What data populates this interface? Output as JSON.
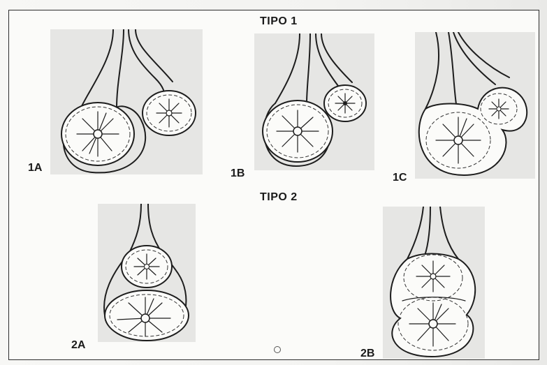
{
  "headings": {
    "tipo1": "TIPO 1",
    "tipo2": "TIPO 2"
  },
  "labels": {
    "p1a": "1A",
    "p1b": "1B",
    "p1c": "1C",
    "p2a": "2A",
    "p2b": "2B"
  },
  "icons": [
    "star-flower-icon",
    "circle-mark-icon"
  ]
}
